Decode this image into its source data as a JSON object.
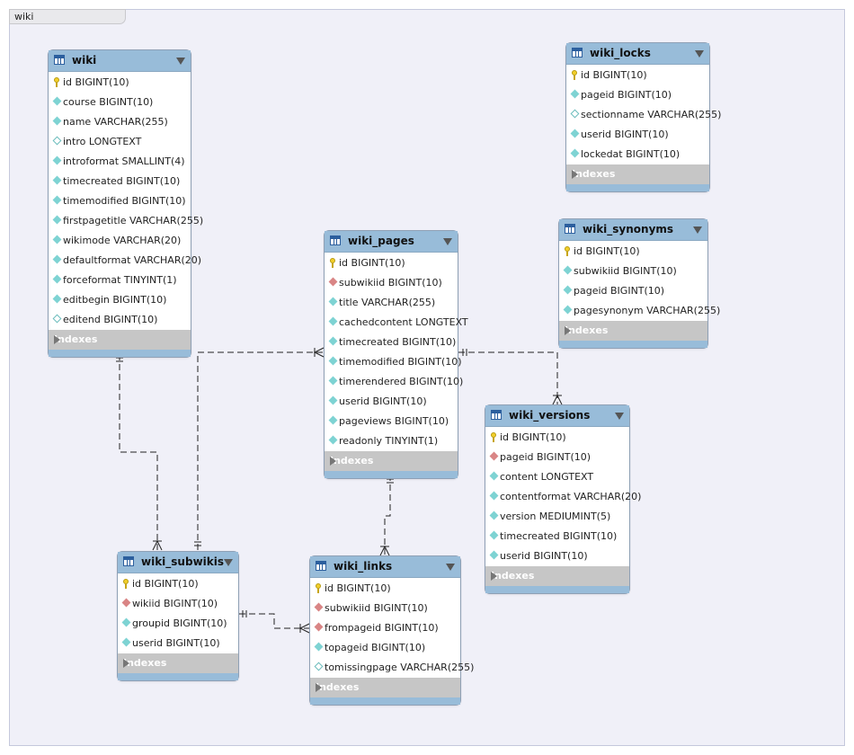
{
  "diagram_tab": "wiki",
  "indexes_label": "Indexes",
  "tables": {
    "wiki": {
      "name": "wiki",
      "columns": [
        {
          "text": "id BIGINT(10)",
          "key": "pk"
        },
        {
          "text": "course BIGINT(10)",
          "key": "nn"
        },
        {
          "text": "name VARCHAR(255)",
          "key": "nn"
        },
        {
          "text": "intro LONGTEXT",
          "key": "nl"
        },
        {
          "text": "introformat SMALLINT(4)",
          "key": "nn"
        },
        {
          "text": "timecreated BIGINT(10)",
          "key": "nn"
        },
        {
          "text": "timemodified BIGINT(10)",
          "key": "nn"
        },
        {
          "text": "firstpagetitle VARCHAR(255)",
          "key": "nn"
        },
        {
          "text": "wikimode VARCHAR(20)",
          "key": "nn"
        },
        {
          "text": "defaultformat VARCHAR(20)",
          "key": "nn"
        },
        {
          "text": "forceformat TINYINT(1)",
          "key": "nn"
        },
        {
          "text": "editbegin BIGINT(10)",
          "key": "nn"
        },
        {
          "text": "editend BIGINT(10)",
          "key": "nl"
        }
      ]
    },
    "wiki_locks": {
      "name": "wiki_locks",
      "columns": [
        {
          "text": "id BIGINT(10)",
          "key": "pk"
        },
        {
          "text": "pageid BIGINT(10)",
          "key": "nn"
        },
        {
          "text": "sectionname VARCHAR(255)",
          "key": "nl"
        },
        {
          "text": "userid BIGINT(10)",
          "key": "nn"
        },
        {
          "text": "lockedat BIGINT(10)",
          "key": "nn"
        }
      ]
    },
    "wiki_synonyms": {
      "name": "wiki_synonyms",
      "columns": [
        {
          "text": "id BIGINT(10)",
          "key": "pk"
        },
        {
          "text": "subwikiid BIGINT(10)",
          "key": "nn"
        },
        {
          "text": "pageid BIGINT(10)",
          "key": "nn"
        },
        {
          "text": "pagesynonym  VARCHAR(255)",
          "key": "nn"
        }
      ]
    },
    "wiki_pages": {
      "name": "wiki_pages",
      "columns": [
        {
          "text": "id BIGINT(10)",
          "key": "pk"
        },
        {
          "text": "subwikiid BIGINT(10)",
          "key": "fk"
        },
        {
          "text": "title VARCHAR(255)",
          "key": "nn"
        },
        {
          "text": "cachedcontent LONGTEXT",
          "key": "nn"
        },
        {
          "text": "timecreated BIGINT(10)",
          "key": "nn"
        },
        {
          "text": "timemodified BIGINT(10)",
          "key": "nn"
        },
        {
          "text": "timerendered BIGINT(10)",
          "key": "nn"
        },
        {
          "text": "userid BIGINT(10)",
          "key": "nn"
        },
        {
          "text": "pageviews BIGINT(10)",
          "key": "nn"
        },
        {
          "text": "readonly TINYINT(1)",
          "key": "nn"
        }
      ]
    },
    "wiki_versions": {
      "name": "wiki_versions",
      "columns": [
        {
          "text": "id BIGINT(10)",
          "key": "pk"
        },
        {
          "text": "pageid BIGINT(10)",
          "key": "fk"
        },
        {
          "text": "content LONGTEXT",
          "key": "nn"
        },
        {
          "text": "contentformat VARCHAR(20)",
          "key": "nn"
        },
        {
          "text": "version MEDIUMINT(5)",
          "key": "nn"
        },
        {
          "text": "timecreated BIGINT(10)",
          "key": "nn"
        },
        {
          "text": "userid BIGINT(10)",
          "key": "nn"
        }
      ]
    },
    "wiki_subwikis": {
      "name": "wiki_subwikis",
      "columns": [
        {
          "text": "id BIGINT(10)",
          "key": "pk"
        },
        {
          "text": "wikiid BIGINT(10)",
          "key": "fk"
        },
        {
          "text": "groupid BIGINT(10)",
          "key": "nn"
        },
        {
          "text": "userid BIGINT(10)",
          "key": "nn"
        }
      ]
    },
    "wiki_links": {
      "name": "wiki_links",
      "columns": [
        {
          "text": "id BIGINT(10)",
          "key": "pk"
        },
        {
          "text": "subwikiid BIGINT(10)",
          "key": "fk"
        },
        {
          "text": "frompageid BIGINT(10)",
          "key": "fk"
        },
        {
          "text": "topageid BIGINT(10)",
          "key": "nn"
        },
        {
          "text": "tomissingpage VARCHAR(255)",
          "key": "nl"
        }
      ]
    }
  },
  "relationships": [
    {
      "from": "wiki",
      "to": "wiki_subwikis"
    },
    {
      "from": "wiki_subwikis",
      "to": "wiki_pages"
    },
    {
      "from": "wiki_pages",
      "to": "wiki_versions"
    },
    {
      "from": "wiki_pages",
      "to": "wiki_links"
    },
    {
      "from": "wiki_subwikis",
      "to": "wiki_links"
    }
  ]
}
